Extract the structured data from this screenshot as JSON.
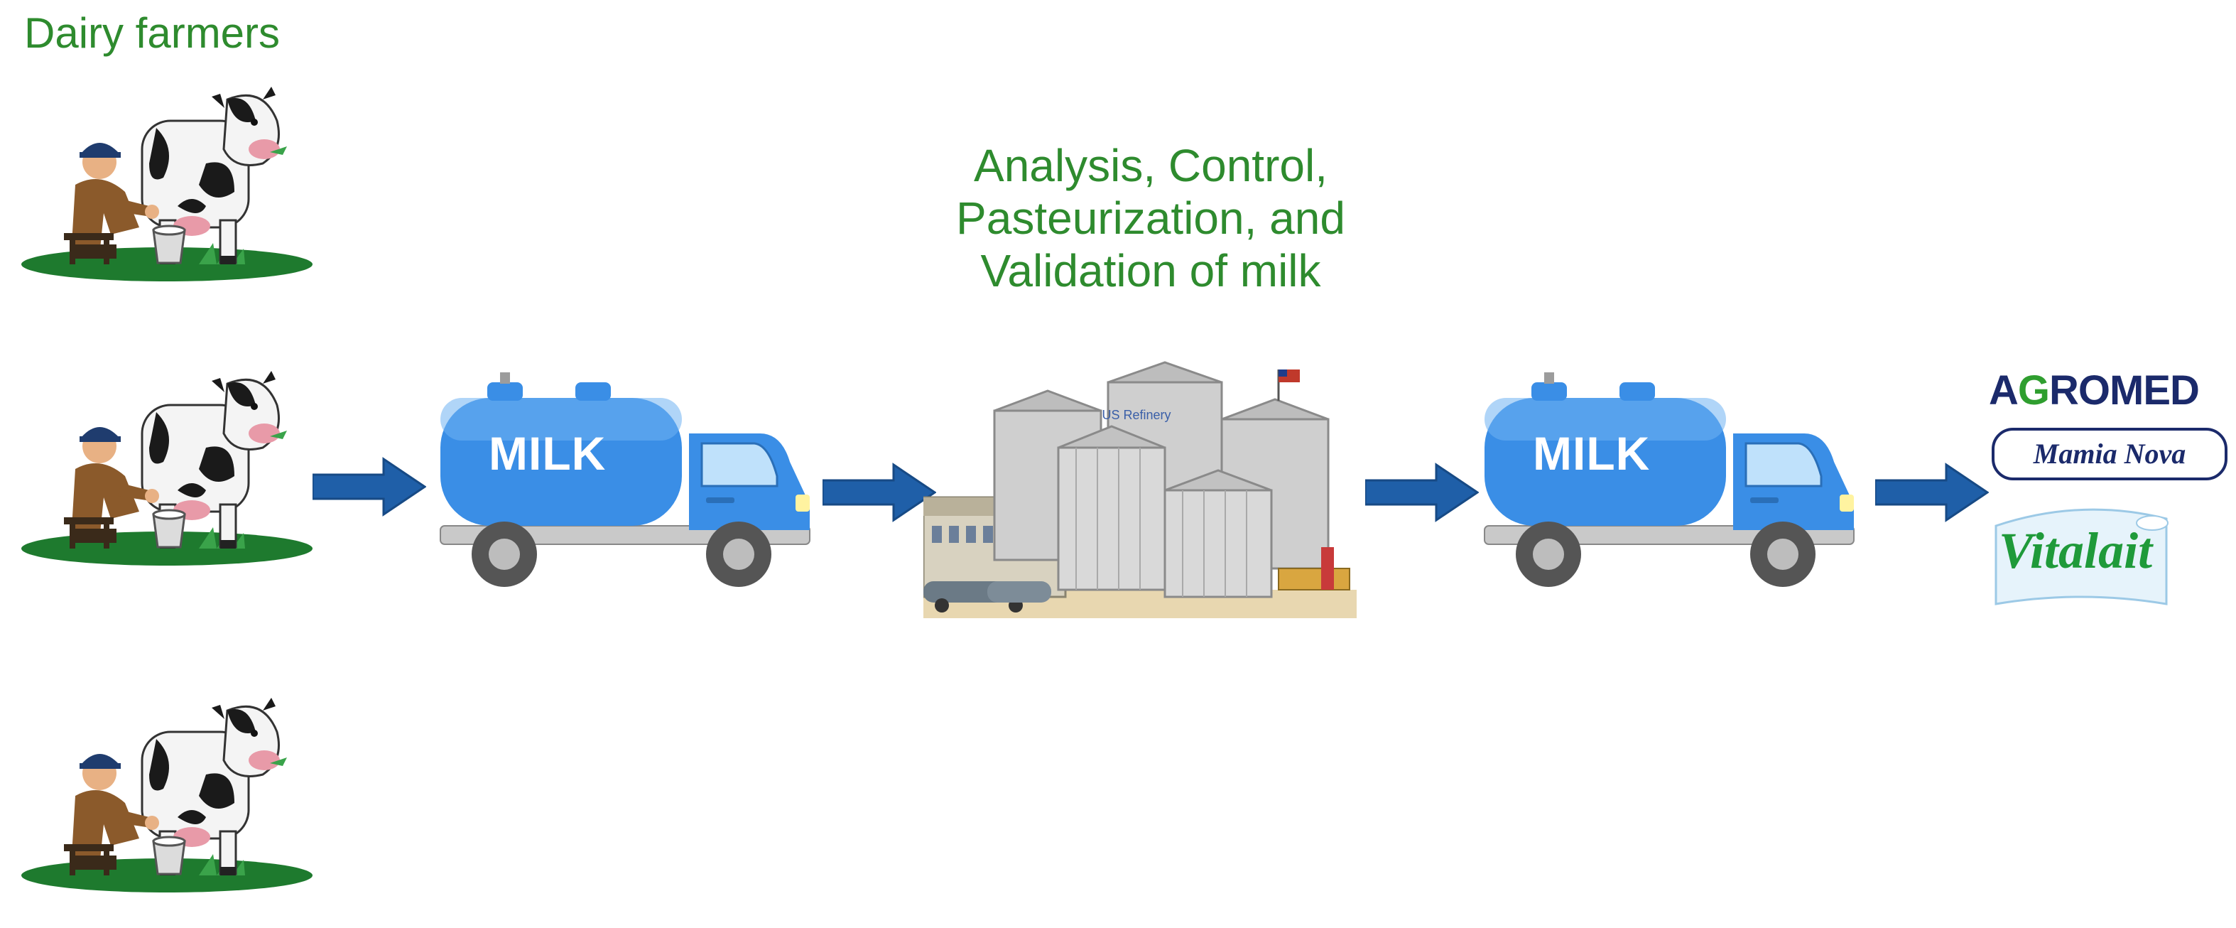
{
  "labels": {
    "dairy_farmers": "Dairy farmers",
    "process_line1": "Analysis, Control,",
    "process_line2": "Pasteurization, and",
    "process_line3": "Validation of milk"
  },
  "trucks": [
    {
      "label": "MILK"
    },
    {
      "label": "MILK"
    }
  ],
  "factory": {
    "sign": "US Refinery"
  },
  "brands": {
    "agromed_a": "A",
    "agromed_g": "G",
    "agromed_rest": "ROMED",
    "mamia_nova": "Mamia Nova",
    "vitalait": "Vitalait"
  },
  "colors": {
    "label_green": "#2e8b2e",
    "arrow_blue": "#1f5fa8",
    "truck_blue": "#3a8ee6",
    "ground_green": "#1e7a2e"
  },
  "icons": [
    "farmer-milking-cow-icon",
    "right-arrow-icon",
    "milk-tanker-truck-icon",
    "dairy-factory-icon",
    "brand-logo"
  ]
}
